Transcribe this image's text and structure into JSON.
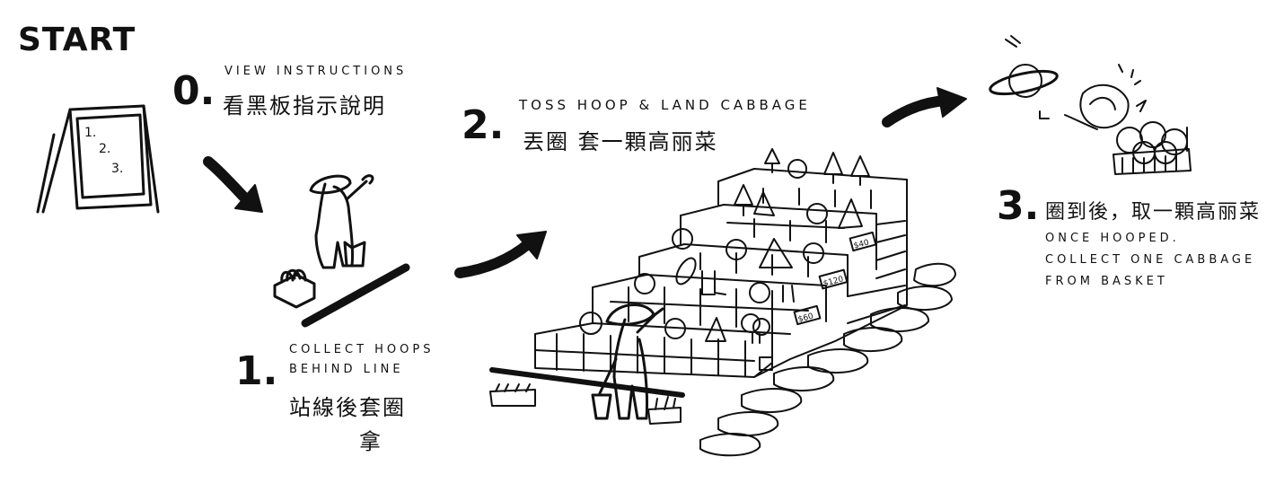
{
  "start": {
    "label": "START"
  },
  "sign": {
    "lines": [
      "1.",
      "2.",
      "3."
    ]
  },
  "steps": [
    {
      "number": "0.",
      "en": [
        "VIEW INSTRUCTIONS"
      ],
      "zh": [
        "看黑板指示說明"
      ]
    },
    {
      "number": "1.",
      "en": [
        "COLLECT HOOPS",
        "BEHIND LINE"
      ],
      "zh": [
        "站線後套圈",
        "拿"
      ]
    },
    {
      "number": "2.",
      "en": [
        "TOSS HOOP & LAND CABBAGE"
      ],
      "zh": [
        "丟圈 套一顆高丽菜"
      ]
    },
    {
      "number": "3.",
      "en": [
        "ONCE HOOPED.",
        "COLLECT ONE CABBAGE",
        "FROM BASKET"
      ],
      "zh": [
        "圈到後，取一顆高丽菜"
      ]
    }
  ],
  "price_tags": [
    "$40",
    "$120",
    "$60"
  ]
}
